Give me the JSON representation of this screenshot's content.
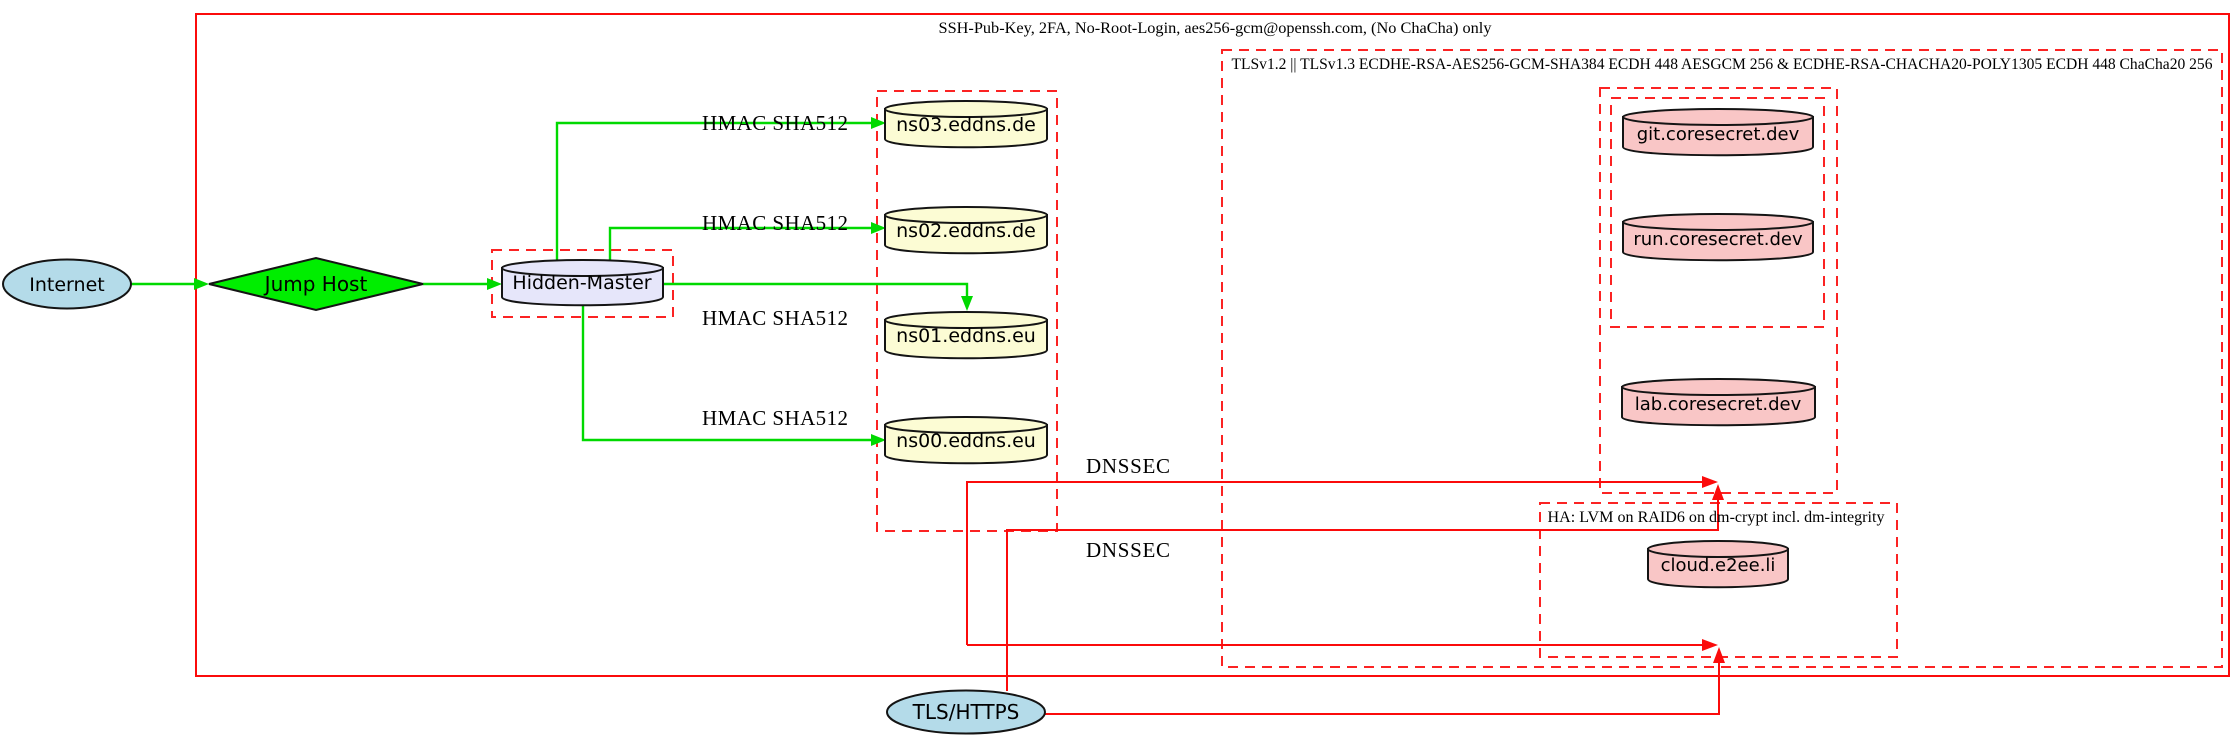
{
  "clusters": {
    "ssh": {
      "label": "SSH-Pub-Key, 2FA, No-Root-Login, aes256-gcm@openssh.com, (No ChaCha) only"
    },
    "tls": {
      "label": "TLSv1.2 || TLSv1.3 ECDHE-RSA-AES256-GCM-SHA384 ECDH 448 AESGCM 256 & ECDHE-RSA-CHACHA20-POLY1305 ECDH 448 ChaCha20 256"
    },
    "ha": {
      "label": "HA: LVM on RAID6 on dm-crypt incl. dm-integrity"
    }
  },
  "nodes": {
    "internet": {
      "label": "Internet",
      "shape": "ellipse"
    },
    "jump_host": {
      "label": "Jump Host",
      "shape": "diamond"
    },
    "hidden_master": {
      "label": "Hidden-Master",
      "shape": "cylinder"
    },
    "ns03": {
      "label": "ns03.eddns.de",
      "shape": "cylinder"
    },
    "ns02": {
      "label": "ns02.eddns.de",
      "shape": "cylinder"
    },
    "ns01": {
      "label": "ns01.eddns.eu",
      "shape": "cylinder"
    },
    "ns00": {
      "label": "ns00.eddns.eu",
      "shape": "cylinder"
    },
    "git": {
      "label": "git.coresecret.dev",
      "shape": "cylinder"
    },
    "run": {
      "label": "run.coresecret.dev",
      "shape": "cylinder"
    },
    "lab": {
      "label": "lab.coresecret.dev",
      "shape": "cylinder"
    },
    "cloud": {
      "label": "cloud.e2ee.li",
      "shape": "cylinder"
    },
    "tls_https": {
      "label": "TLS/HTTPS",
      "shape": "ellipse"
    }
  },
  "edge_labels": {
    "hmac_ns03": "HMAC SHA512",
    "hmac_ns02": "HMAC SHA512",
    "hmac_ns01": "HMAC SHA512",
    "hmac_ns00": "HMAC SHA512",
    "dnssec_1": "DNSSEC",
    "dnssec_2": "DNSSEC"
  },
  "colors": {
    "box_red": "#fb0b0b",
    "dashed_red": "#fb2323",
    "edge_green": "#00d900",
    "node_green": "#00ee00",
    "light_blue": "#b4dbe9",
    "lavender": "#e6e6fa",
    "light_yellow": "#fcfcd4",
    "pink": "#f9c6c6"
  }
}
